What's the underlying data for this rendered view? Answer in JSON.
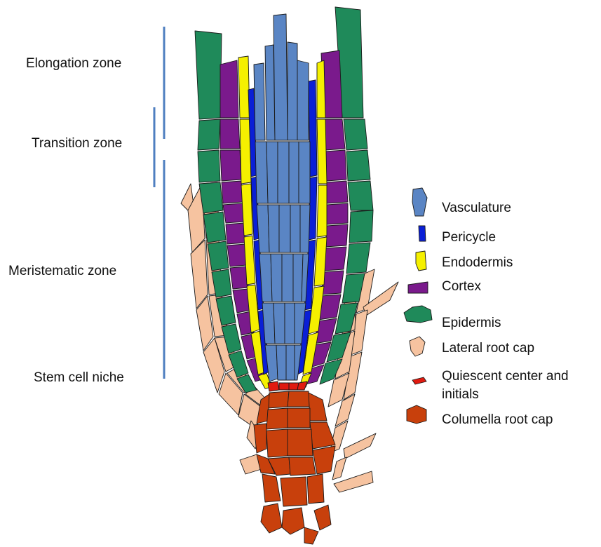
{
  "zones": [
    {
      "label": "Elongation zone"
    },
    {
      "label": "Transition zone"
    },
    {
      "label": "Meristematic zone"
    },
    {
      "label": "Stem cell niche"
    }
  ],
  "legend": [
    {
      "label": "Vasculature",
      "icon": "vasculature-cell-icon",
      "color": "#5a85c4"
    },
    {
      "label": "Pericycle",
      "icon": "pericycle-cell-icon",
      "color": "#0a1fd6"
    },
    {
      "label": "Endodermis",
      "icon": "endodermis-cell-icon",
      "color": "#f5f000"
    },
    {
      "label": "Cortex",
      "icon": "cortex-cell-icon",
      "color": "#7a1a8c"
    },
    {
      "label": "Epidermis",
      "icon": "epidermis-cell-icon",
      "color": "#1f8a5a"
    },
    {
      "label": "Lateral root cap",
      "icon": "lateral-root-cap-cell-icon",
      "color": "#f6c3a0"
    },
    {
      "label": "Quiescent center and",
      "label_line2": "initials",
      "icon": "quiescent-center-cell-icon",
      "color": "#e01a10"
    },
    {
      "label": "Columella  root cap",
      "icon": "columella-cell-icon",
      "color": "#c8400c"
    }
  ],
  "colors": {
    "zone_bar": "#4f7fc0",
    "outline": "#1a1a1a"
  }
}
